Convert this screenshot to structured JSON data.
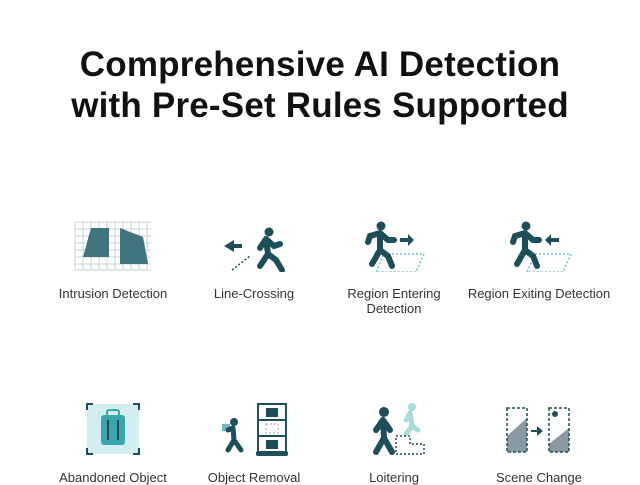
{
  "title": {
    "line1": "Comprehensive AI Detection",
    "line2": "with Pre-Set Rules Supported"
  },
  "features": [
    {
      "label": "Intrusion Detection",
      "icon": "intrusion-grid-icon"
    },
    {
      "label": "Line-Crossing",
      "icon": "line-crossing-icon"
    },
    {
      "label": "Region Entering Detection",
      "icon": "region-entering-icon"
    },
    {
      "label": "Region Exiting Detection",
      "icon": "region-exiting-icon"
    },
    {
      "label": "Abandoned Object",
      "icon": "abandoned-luggage-icon"
    },
    {
      "label": "Object Removal",
      "icon": "object-removal-icon"
    },
    {
      "label": "Loitering",
      "icon": "loitering-icon"
    },
    {
      "label": "Scene Change",
      "icon": "scene-change-icon"
    }
  ],
  "colors": {
    "dark": "#1d4f5b",
    "light": "#8fd0d3",
    "gray": "#8a9aa0"
  }
}
